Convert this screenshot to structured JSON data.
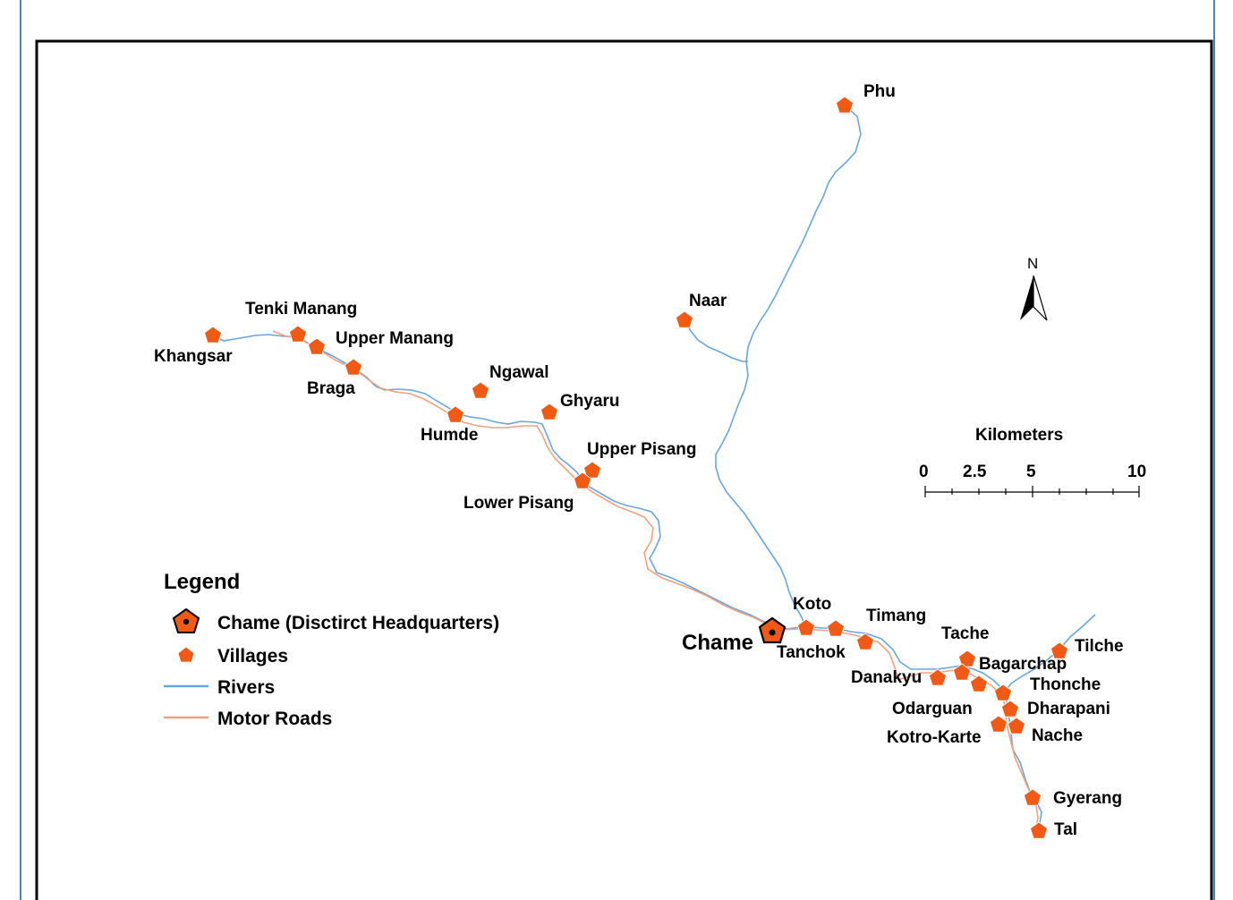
{
  "colors": {
    "village": "#f05a14",
    "village_stroke": "#ffffff",
    "hq_fill": "#f05a14",
    "hq_stroke": "#000000",
    "river": "#6aa6dc",
    "road": "#f0a080",
    "frame": "#000000",
    "outer_border": "#4f81bd"
  },
  "hq": {
    "name": "Chame"
  },
  "villages": [
    "Phu",
    "Naar",
    "Tenki Manang",
    "Khangsar",
    "Upper Manang",
    "Braga",
    "Ngawal",
    "Humde",
    "Ghyaru",
    "Upper Pisang",
    "Lower Pisang",
    "Koto",
    "Tanchok",
    "Timang",
    "Tache",
    "Bagarchap",
    "Danakyu",
    "Tilche",
    "Thonche",
    "Odarguan",
    "Dharapani",
    "Kotro-Karte",
    "Nache",
    "Gyerang",
    "Tal"
  ],
  "north_arrow": {
    "label": "N",
    "icon": "north-arrow-icon"
  },
  "scale_bar": {
    "title": "Kilometers",
    "ticks": [
      "0",
      "2.5",
      "5",
      "10"
    ]
  },
  "legend": {
    "title": "Legend",
    "items": [
      {
        "label": "Chame (Disctirct Headquarters)",
        "icon": "hq-pentagon-icon"
      },
      {
        "label": "Villages",
        "icon": "village-pentagon-icon"
      },
      {
        "label": "Rivers",
        "icon": "river-line-icon"
      },
      {
        "label": "Motor Roads",
        "icon": "road-line-icon"
      }
    ]
  }
}
